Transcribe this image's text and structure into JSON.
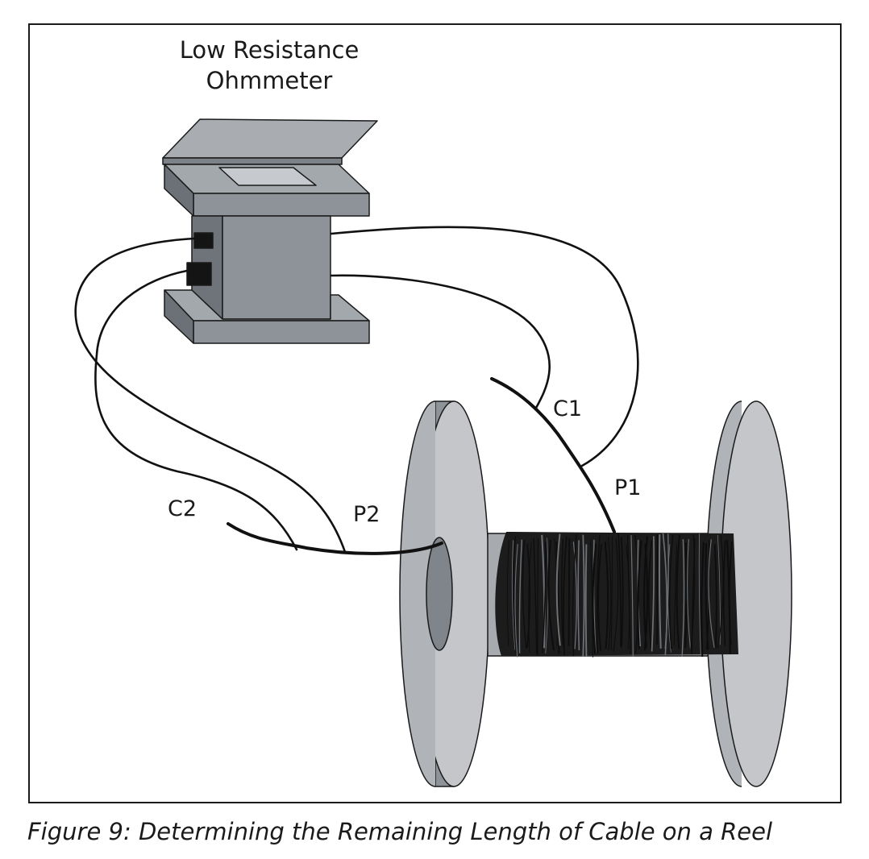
{
  "figure": {
    "meter_title_line1": "Low Resistance",
    "meter_title_line2": "Ohmmeter",
    "label_c1": "C1",
    "label_p1": "P1",
    "label_c2": "C2",
    "label_p2": "P2",
    "caption": "Figure 9: Determining the Remaining Length of Cable on a Reel"
  },
  "colors": {
    "meter_body": "#8e9399",
    "reel_flange": "#c4c6ca",
    "cable": "#1c1c1c",
    "frame": "#1a1a1a"
  }
}
